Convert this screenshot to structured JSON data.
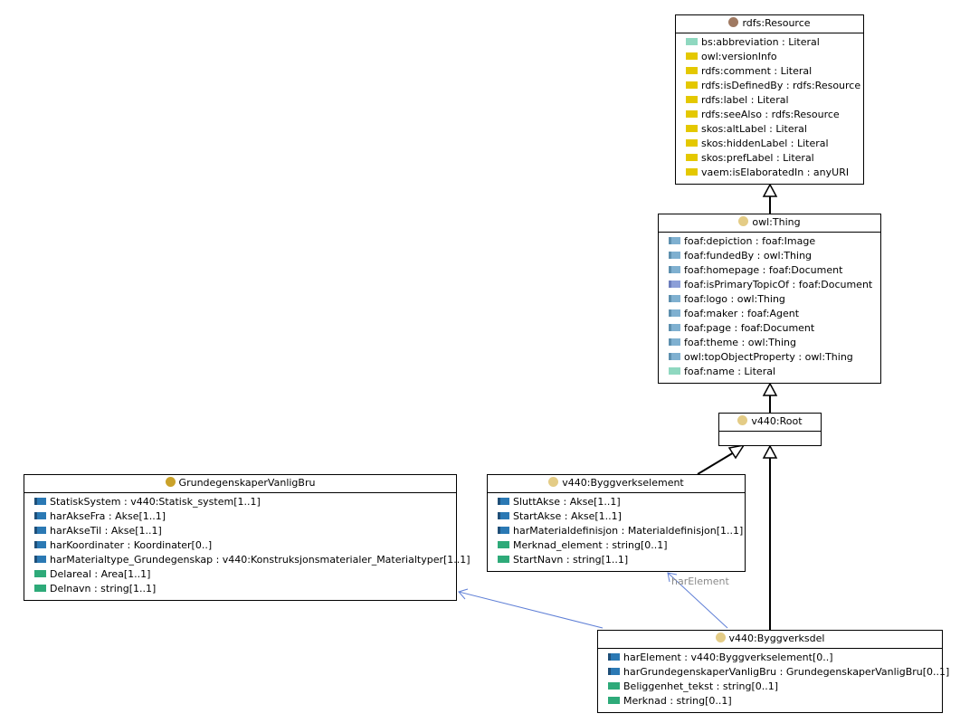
{
  "colors": {
    "dot_resource": "#a07a62",
    "dot_thing": "#e4cc86",
    "dot_grund": "#caa22a",
    "edge_association": "#5f7fd6",
    "edge_inheritance": "#000000"
  },
  "classes": {
    "resource": {
      "title": "rdfs:Resource",
      "dot": "dot_resource",
      "rows": [
        {
          "text": "bs:abbreviation : Literal",
          "icon": "literal"
        },
        {
          "text": "owl:versionInfo",
          "icon": "annotation"
        },
        {
          "text": "rdfs:comment : Literal",
          "icon": "annotation"
        },
        {
          "text": "rdfs:isDefinedBy : rdfs:Resource",
          "icon": "annotation"
        },
        {
          "text": "rdfs:label : Literal",
          "icon": "annotation"
        },
        {
          "text": "rdfs:seeAlso : rdfs:Resource",
          "icon": "annotation"
        },
        {
          "text": "skos:altLabel : Literal",
          "icon": "annotation"
        },
        {
          "text": "skos:hiddenLabel : Literal",
          "icon": "annotation"
        },
        {
          "text": "skos:prefLabel : Literal",
          "icon": "annotation"
        },
        {
          "text": "vaem:isElaboratedIn : anyURI",
          "icon": "annotation"
        }
      ]
    },
    "thing": {
      "title": "owl:Thing",
      "dot": "dot_thing",
      "rows": [
        {
          "text": "foaf:depiction : foaf:Image",
          "icon": "object-light"
        },
        {
          "text": "foaf:fundedBy : owl:Thing",
          "icon": "object-light"
        },
        {
          "text": "foaf:homepage : foaf:Document",
          "icon": "object-light"
        },
        {
          "text": "foaf:isPrimaryTopicOf : foaf:Document",
          "icon": "object-purple"
        },
        {
          "text": "foaf:logo : owl:Thing",
          "icon": "object-light"
        },
        {
          "text": "foaf:maker : foaf:Agent",
          "icon": "object-light"
        },
        {
          "text": "foaf:page : foaf:Document",
          "icon": "object-light"
        },
        {
          "text": "foaf:theme : owl:Thing",
          "icon": "object-light"
        },
        {
          "text": "owl:topObjectProperty : owl:Thing",
          "icon": "object-light"
        },
        {
          "text": "foaf:name : Literal",
          "icon": "literal"
        }
      ]
    },
    "root": {
      "title": "v440:Root",
      "dot": "dot_thing",
      "rows": []
    },
    "grund": {
      "title": "GrundegenskaperVanligBru",
      "dot": "dot_grund",
      "rows": [
        {
          "text": "StatiskSystem : v440:Statisk_system[1..1]",
          "icon": "object"
        },
        {
          "text": "harAkseFra : Akse[1..1]",
          "icon": "object"
        },
        {
          "text": "harAkseTil : Akse[1..1]",
          "icon": "object"
        },
        {
          "text": "harKoordinater : Koordinater[0..]",
          "icon": "object"
        },
        {
          "text": "harMaterialtype_Grundegenskap : v440:Konstruksjonsmaterialer_Materialtyper[1..1]",
          "icon": "object"
        },
        {
          "text": "Delareal : Area[1..1]",
          "icon": "data"
        },
        {
          "text": "Delnavn : string[1..1]",
          "icon": "data"
        }
      ]
    },
    "byggelement": {
      "title": "v440:Byggverkselement",
      "dot": "dot_thing",
      "rows": [
        {
          "text": "SluttAkse : Akse[1..1]",
          "icon": "object"
        },
        {
          "text": "StartAkse : Akse[1..1]",
          "icon": "object"
        },
        {
          "text": "harMaterialdefinisjon : Materialdefinisjon[1..1]",
          "icon": "object"
        },
        {
          "text": "Merknad_element : string[0..1]",
          "icon": "data"
        },
        {
          "text": "StartNavn : string[1..1]",
          "icon": "data"
        }
      ]
    },
    "byggdel": {
      "title": "v440:Byggverksdel",
      "dot": "dot_thing",
      "rows": [
        {
          "text": "harElement : v440:Byggverkselement[0..]",
          "icon": "object"
        },
        {
          "text": "harGrundegenskaperVanligBru : GrundegenskaperVanligBru[0..1]",
          "icon": "object"
        },
        {
          "text": "Beliggenhet_tekst : string[0..1]",
          "icon": "data"
        },
        {
          "text": "Merknad : string[0..1]",
          "icon": "data"
        }
      ]
    }
  },
  "edge_labels": {
    "harElement": "harElement"
  }
}
